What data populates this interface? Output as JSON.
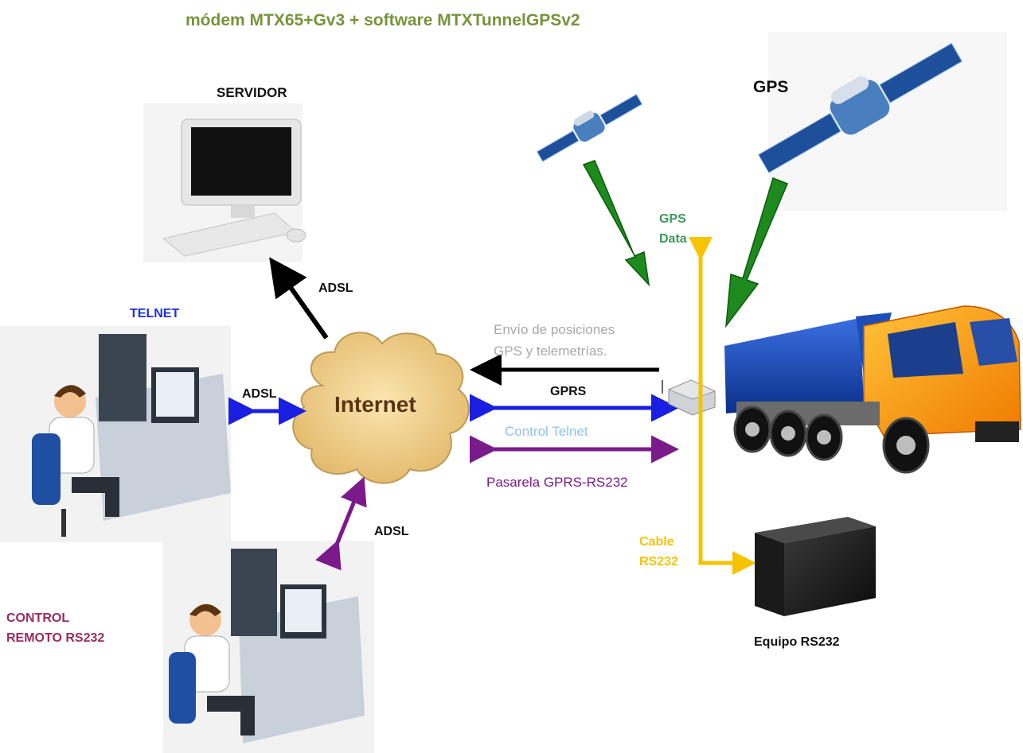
{
  "title": "módem  MTX65+Gv3 + software MTXTunnelGPSv2",
  "labels": {
    "servidor": "SERVIDOR",
    "gps": "GPS",
    "gps_data_line1": "GPS",
    "gps_data_line2": "Data",
    "telnet": "TELNET",
    "adsl_server": "ADSL",
    "adsl_telnet": "ADSL",
    "adsl_remote": "ADSL",
    "internet": "Internet",
    "envio_line1": "Envío de posiciones",
    "envio_line2": "GPS y telemetrías.",
    "gprs": "GPRS",
    "control_telnet": "Control Telnet",
    "pasarela": "Pasarela GPRS-RS232",
    "cable_line1": "Cable",
    "cable_line2": "RS232",
    "equipo": "Equipo RS232",
    "control_line1": "CONTROL",
    "control_line2": "REMOTO RS232"
  },
  "icons": {
    "server": "desktop-computer-icon",
    "satellite": "satellite-icon",
    "operator": "computer-operator-icon",
    "cloud": "internet-cloud-icon",
    "modem": "modem-icon",
    "truck": "truck-icon",
    "equipment": "black-box-icon"
  },
  "colors": {
    "title": "#77933c",
    "gps_data": "#3a9a5a",
    "telnet": "#1a2fe6",
    "envio": "#a8a8a8",
    "control_telnet": "#8fc2ee",
    "pasarela": "#7b1a8b",
    "cable": "#f5c300",
    "control_remoto": "#9b2b5f",
    "gps_arrow": "#1e8a1e"
  }
}
